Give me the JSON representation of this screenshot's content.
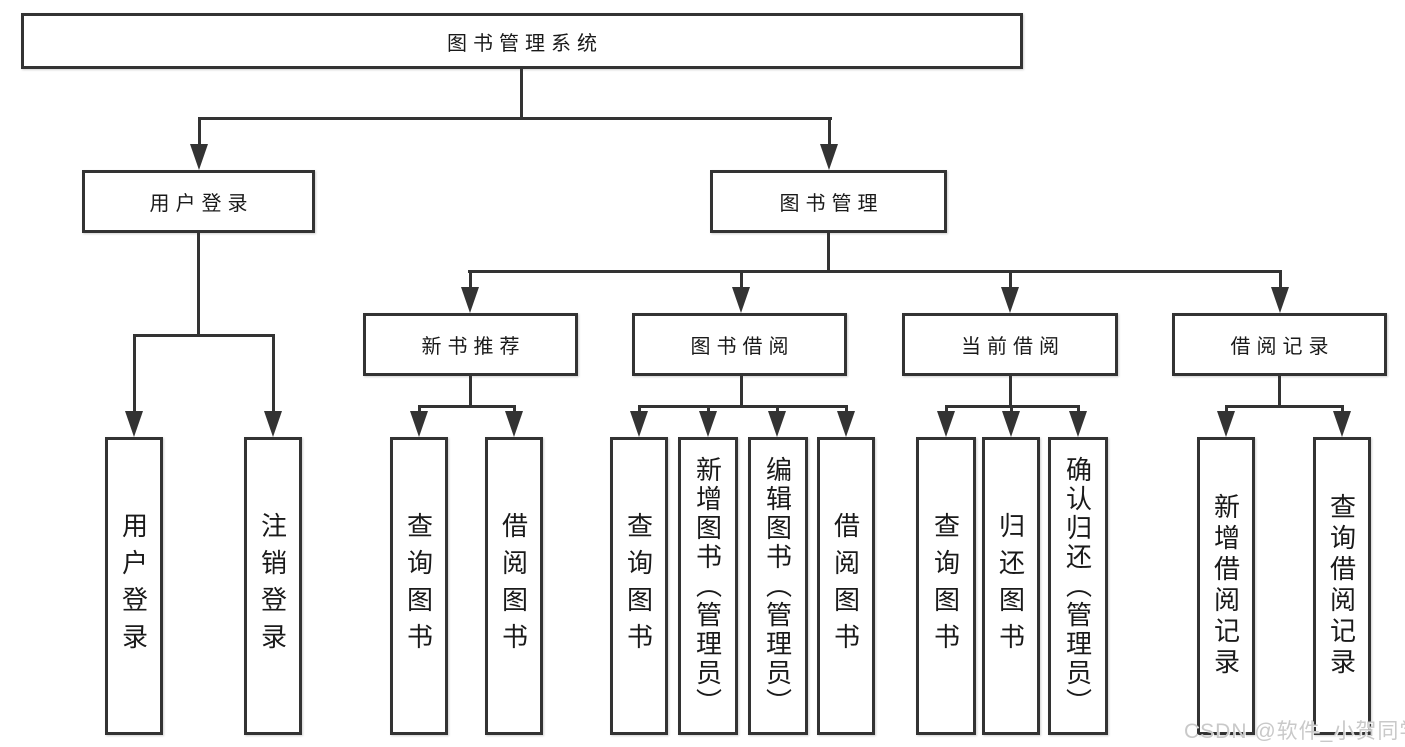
{
  "diagram": {
    "root": {
      "label": "图书管理系统"
    },
    "branches": [
      {
        "label": "用户登录",
        "children": [
          {
            "label": "用户登录"
          },
          {
            "label": "注销登录"
          }
        ]
      },
      {
        "label": "图书管理",
        "children": [
          {
            "label": "新书推荐",
            "children": [
              {
                "label": "查询图书"
              },
              {
                "label": "借阅图书"
              }
            ]
          },
          {
            "label": "图书借阅",
            "children": [
              {
                "label": "查询图书"
              },
              {
                "label": "新增图书（管理员）"
              },
              {
                "label": "编辑图书（管理员）"
              },
              {
                "label": "借阅图书"
              }
            ]
          },
          {
            "label": "当前借阅",
            "children": [
              {
                "label": "查询图书"
              },
              {
                "label": "归还图书"
              },
              {
                "label": "确认归还（管理员）"
              }
            ]
          },
          {
            "label": "借阅记录",
            "children": [
              {
                "label": "新增借阅记录"
              },
              {
                "label": "查询借阅记录"
              }
            ]
          }
        ]
      }
    ]
  },
  "watermark": {
    "text": "CSDN @软件_小贺同学"
  },
  "colors": {
    "line": "#333333",
    "text": "#1a1a1a",
    "background": "#ffffff",
    "watermark": "#c9c9c9"
  }
}
